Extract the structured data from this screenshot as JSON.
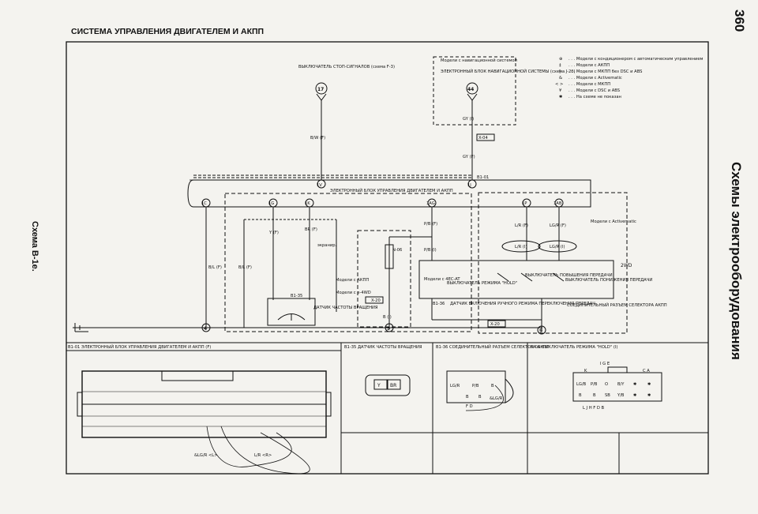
{
  "page": {
    "title": "СИСТЕМА УПРАВЛЕНИЯ ДВИГАТЕЛЕМ И АКПП",
    "number": "360",
    "section": "Схемы электрооборудования",
    "scheme": "Схема В-1е."
  },
  "legend": [
    {
      "sym": "⊕",
      "text": ". . . Модели с кондиционером с автоматическим управлением"
    },
    {
      "sym": "‡",
      "text": ". . . Модели с АКПП"
    },
    {
      "sym": "§",
      "text": ". . . Модели с МКПП без DSC и ABS"
    },
    {
      "sym": "&",
      "text": ". . . Модели с Activematic"
    },
    {
      "sym": "< >",
      "text": ". . . Модели с МКПП"
    },
    {
      "sym": "¥",
      "text": ". . . Модели с DSC и ABS"
    },
    {
      "sym": "✱",
      "text": ". . . На схеме не показан"
    }
  ],
  "diagram": {
    "brake_switch": "ВЫКЛЮЧАТЕЛЬ СТОП-СИГНАЛОВ (схема F-3)",
    "nav_models": "Модели с навигационной системой",
    "nav_unit": "ЭЛЕКТРОННЫЙ БЛОК НАВИГАЦИОННОЙ СИСТЕМЫ (схема J-2б)",
    "ecu_label": "ЭЛЕКТРОННЫЙ БЛОК УПРАВЛЕНИЯ ДВИГАТЕЛЕМ И АКПП",
    "speed_sensor": "ДАТЧИК ЧАСТОТЫ ВРАЩЕНИЯ",
    "shielded": "экраниp.",
    "hold_switch": "ВЫКЛЮЧАТЕЛЬ РЕЖИМА \"HOLD\"",
    "models_akpp": "Модели с АКПП",
    "models_4wd": "Модели с e-4WD",
    "models_4ecat": "Модели с 4EC-AT",
    "hold_switch_inner": "ВЫКЛЮЧАТЕЛЬ РЕЖИМА \"HOLD\"",
    "upshift": "ВЫКЛЮЧАТЕЛЬ ПОВЫШЕНИЯ ПЕРЕДАЧИ",
    "downshift": "ВЫКЛЮЧАТЕЛЬ ПОНИЖЕНИЯ ПЕРЕДАЧИ",
    "manual_mode": "ДАТЧИК ВКЛЮЧЕНИЯ РУЧНОГО РЕЖИМА ПЕРЕКЛЮЧЕНИЯ ПЕРЕДАЧ",
    "selector_conn": "СОЕДИНИТЕЛЬНЫЙ РАЗЪЕМ СЕЛЕКТОРА АКПП",
    "activematic": "Модели с Activematic",
    "twowd": "2WD",
    "pins": [
      "1V",
      "1J",
      "1C",
      "1G",
      "1K",
      "1AG",
      "1P",
      "1AB"
    ],
    "wires": [
      "B/W (F)",
      "GY (I)",
      "GY (F)",
      "B/L (F)",
      "B/L (F)",
      "Y (F)",
      "BR (F)",
      "P/B (F)",
      "P/B (I)",
      "L/R (F)",
      "LG/R (F)",
      "L/R (I)",
      "LG/R (I)",
      "B (I)"
    ],
    "connectors": [
      "X-04",
      "B1-01",
      "B1-35",
      "N-06",
      "X-20",
      "B1-36"
    ],
    "grounds": [
      "4",
      "9",
      "9"
    ],
    "terminals": [
      "17",
      "44"
    ]
  },
  "panels": {
    "p1": "B1-01 ЭЛЕКТРОННЫЙ БЛОК УПРАВЛЕНИЯ ДВИГАТЕЛЕМ И АКПП (F)",
    "p2": "B1-35 ДАТЧИК ЧАСТОТЫ ВРАЩЕНИЯ",
    "p3": "B1-36 СОЕДИНИТЕЛЬНЫЙ РАЗЪЕМ СЕЛЕКТОРА АКПП",
    "p4": "N-06 ВЫКЛЮЧАТЕЛЬ РЕЖИМА \"HOLD\" (I)",
    "p1_notes": [
      "&LG/R <L>",
      "L/R <R>"
    ],
    "p2_pins": [
      "Y",
      "BR"
    ],
    "p3_pins": [
      "LG/R",
      "P/B",
      "B",
      "B",
      "B",
      "&LG/R"
    ],
    "p3_letters": "F   D",
    "p4_top_letters": "I   G   E",
    "p4_side_left": "K",
    "p4_side_right": "C A",
    "p4_pins": [
      "LG/B",
      "P/B",
      "O",
      "B/Y",
      "✱",
      "✱",
      "B",
      "B",
      "SB",
      "Y/B",
      "✱",
      "✱"
    ],
    "p4_bottom_letters": "L   J   H   F   D   B"
  }
}
